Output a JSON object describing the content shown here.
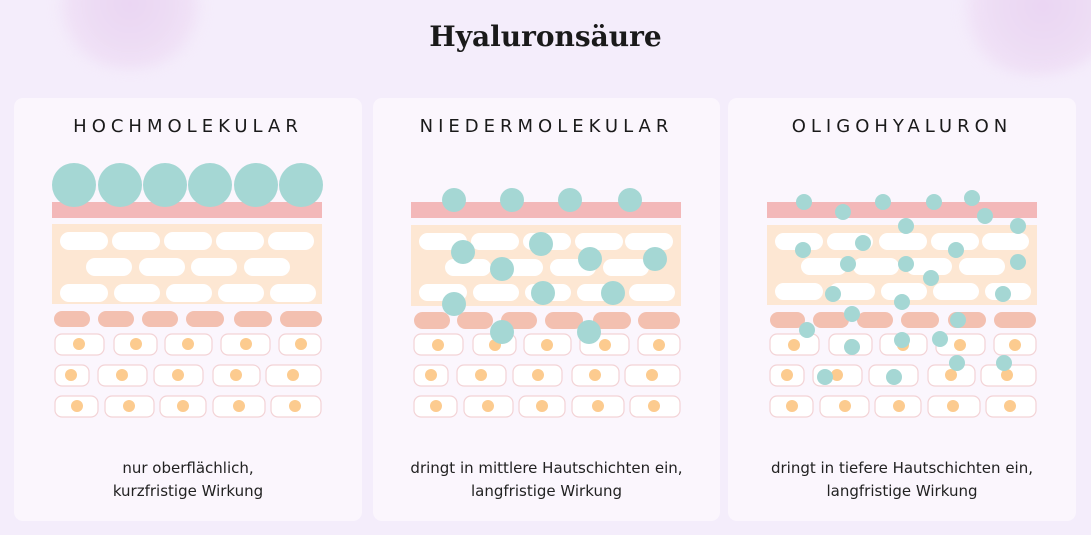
{
  "page": {
    "title": "Hyaluronsäure"
  },
  "colors": {
    "background": "#f4edfb",
    "card": "#fbf6fd",
    "molecule": "#a5d7d4",
    "stratum_corneum": "#f3b8b9",
    "epidermis_band": "#fde7d3",
    "brick": "#ffffff",
    "basal_layer": "#f3c0b0",
    "cell_border": "#f3d3d6",
    "nucleus": "#fccb8f"
  },
  "cards": [
    {
      "title": "HOCHMOLEKULAR",
      "caption_line1": "nur oberflächlich,",
      "caption_line2": "kurzfristige Wirkung",
      "penetration": "surface"
    },
    {
      "title": "NIEDERMOLEKULAR",
      "caption_line1": "dringt in mittlere Hautschichten ein,",
      "caption_line2": "langfristige Wirkung",
      "penetration": "middle"
    },
    {
      "title": "OLIGOHYALURON",
      "caption_line1": "dringt in tiefere Hautschichten ein,",
      "caption_line2": "langfristige Wirkung",
      "penetration": "deep"
    }
  ]
}
